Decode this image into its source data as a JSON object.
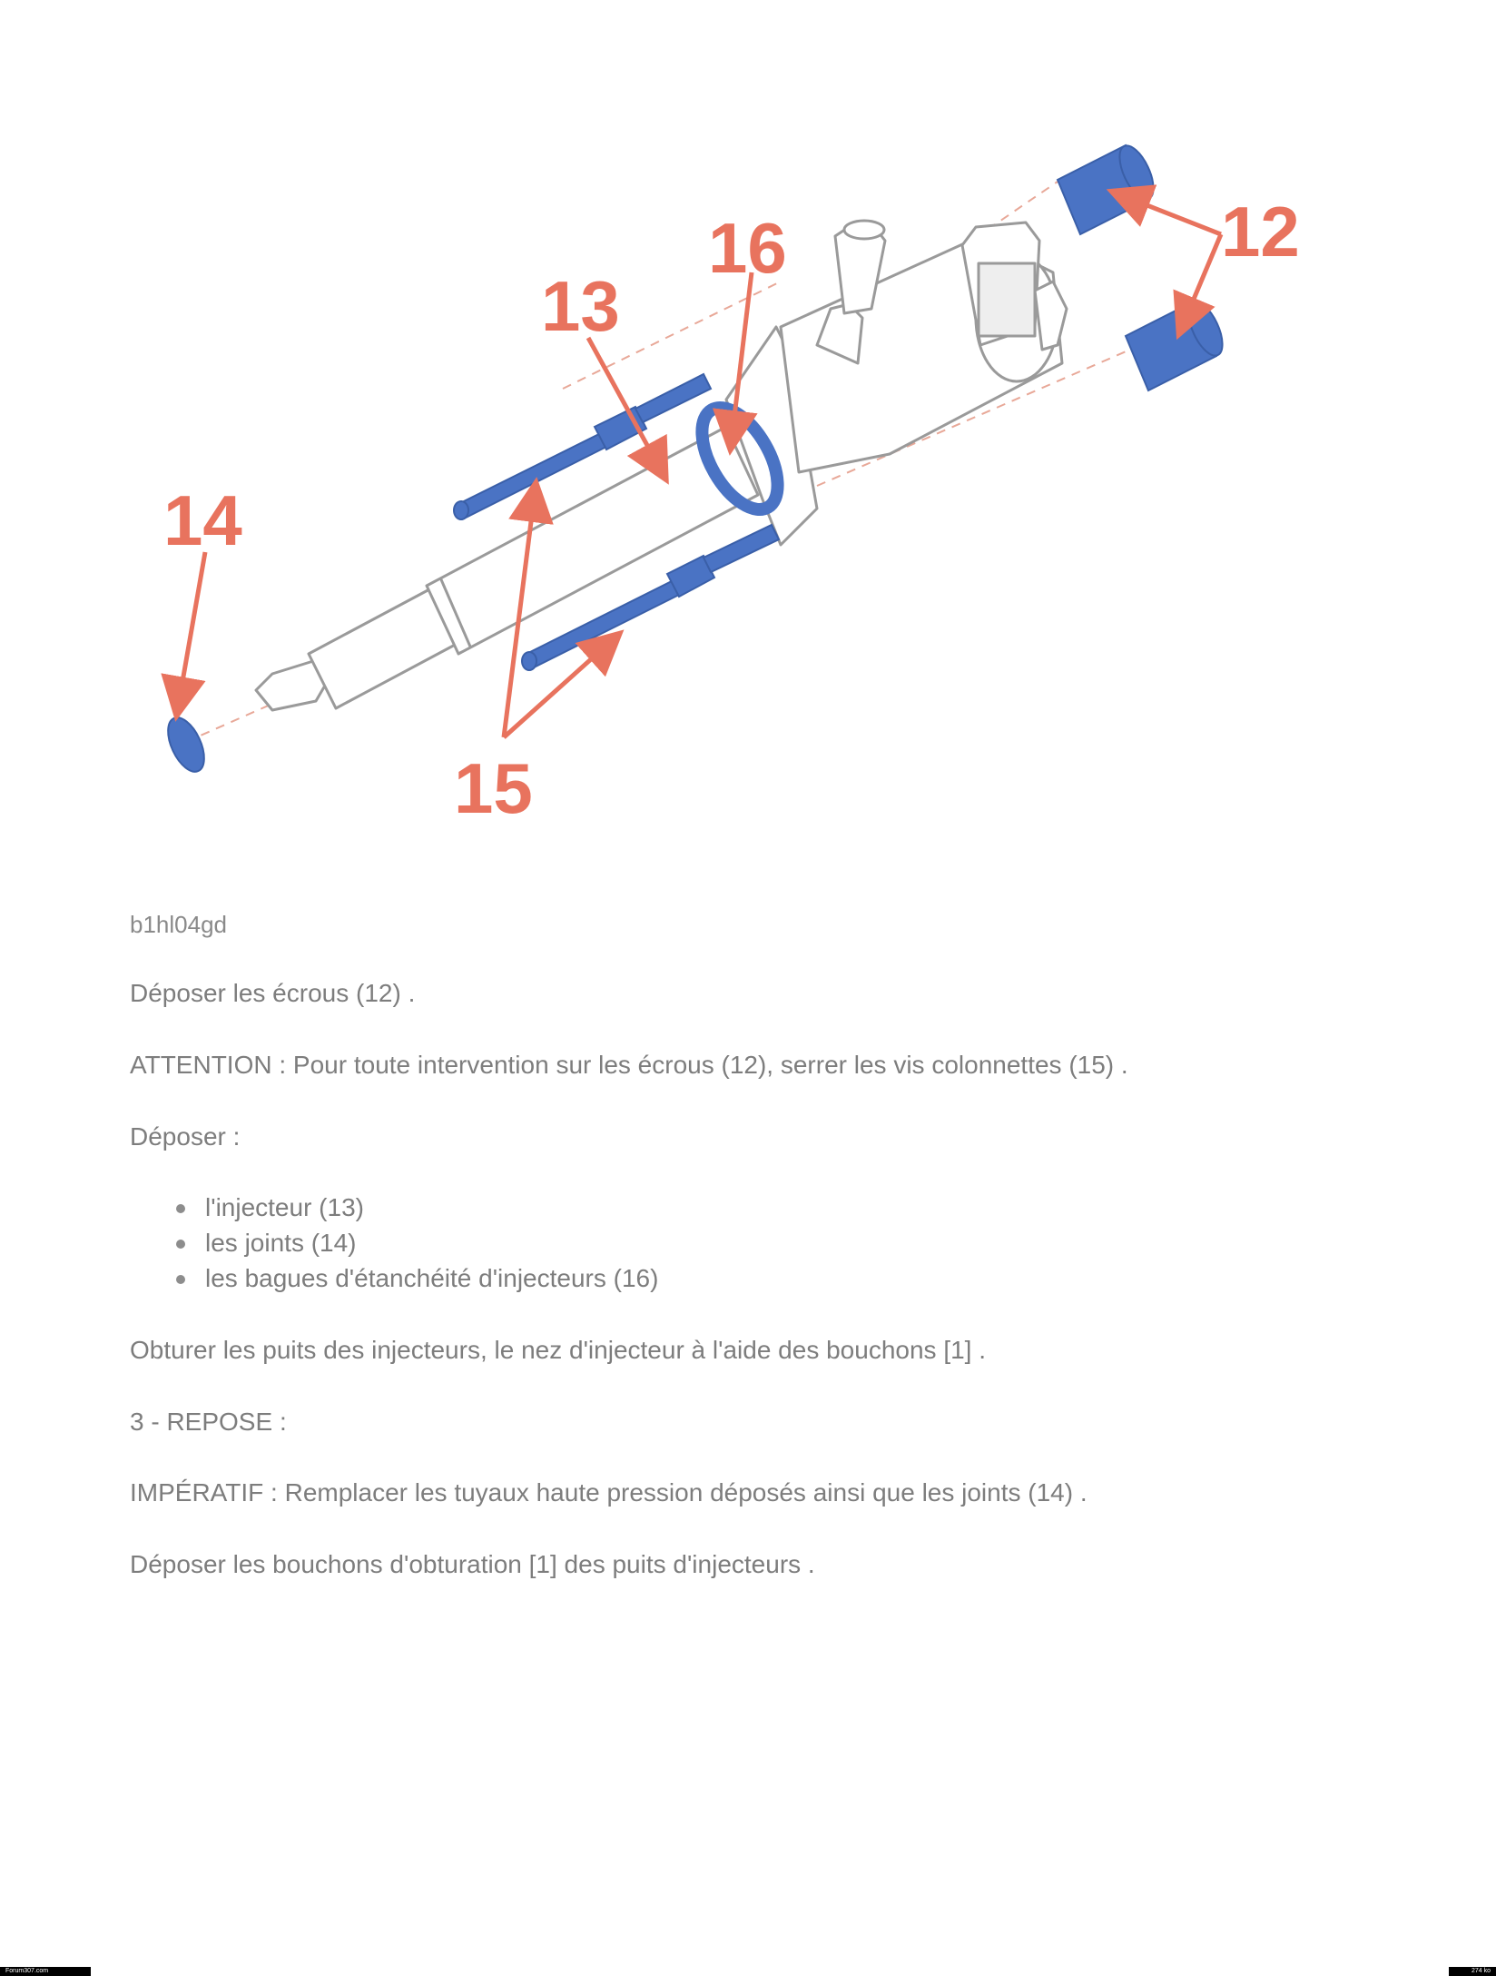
{
  "figure": {
    "callouts": {
      "c12": "12",
      "c13": "13",
      "c14": "14",
      "c15": "15",
      "c16": "16"
    },
    "colors": {
      "callout": "#e8735e",
      "part_blue": "#4a73c4",
      "body_outline": "#9a9a9a"
    }
  },
  "document": {
    "caption_code": "b1hl04gd",
    "p1": "Déposer les écrous (12) .",
    "p2": "ATTENTION : Pour toute intervention sur les écrous (12), serrer les vis colonnettes (15) .",
    "p3": "Déposer :",
    "bullets": [
      "l'injecteur (13)",
      "les joints (14)",
      "les bagues d'étanchéité d'injecteurs (16)"
    ],
    "p4": "Obturer les puits des injecteurs, le nez d'injecteur à l'aide des bouchons [1] .",
    "p5": "3 - REPOSE :",
    "p6": "IMPÉRATIF : Remplacer les tuyaux haute pression déposés ainsi que les joints (14) .",
    "p7": "Déposer les bouchons d'obturation [1] des puits d'injecteurs ."
  },
  "footer": {
    "left": "Forum307.com",
    "right": "274 ko"
  }
}
